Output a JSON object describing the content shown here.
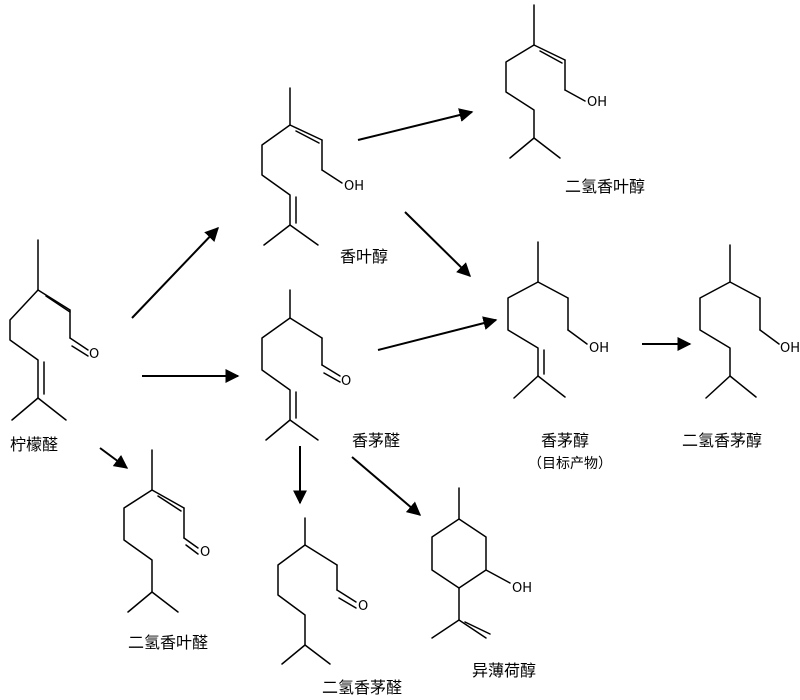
{
  "compounds": {
    "citral": {
      "name": "柠檬醛",
      "atom": "O"
    },
    "geraniol": {
      "name": "香叶醇",
      "atom": "OH"
    },
    "dihydrogeraniol": {
      "name": "二氢香叶醇",
      "atom": "OH"
    },
    "citronellal": {
      "name": "香茅醛",
      "atom": "O"
    },
    "citronellol": {
      "name": "香茅醇",
      "note": "（目标产物）",
      "atom": "OH"
    },
    "dihydrocitronellol": {
      "name": "二氢香茅醇",
      "atom": "OH"
    },
    "dihydrocitral": {
      "name": "二氢香叶醛",
      "atom": "O"
    },
    "dihydrocitronellal": {
      "name": "二氢香茅醛",
      "atom": "O"
    },
    "isopulegol": {
      "name": "异薄荷醇",
      "atom": "OH"
    }
  },
  "arrows": [
    {
      "from": "citral",
      "to": "geraniol"
    },
    {
      "from": "citral",
      "to": "citronellal"
    },
    {
      "from": "citral",
      "to": "dihydrocitral"
    },
    {
      "from": "geraniol",
      "to": "dihydrogeraniol"
    },
    {
      "from": "geraniol",
      "to": "citronellol"
    },
    {
      "from": "citronellal",
      "to": "citronellol"
    },
    {
      "from": "citronellal",
      "to": "dihydrocitronellal"
    },
    {
      "from": "citronellal",
      "to": "isopulegol"
    },
    {
      "from": "citronellol",
      "to": "dihydrocitronellol"
    }
  ]
}
